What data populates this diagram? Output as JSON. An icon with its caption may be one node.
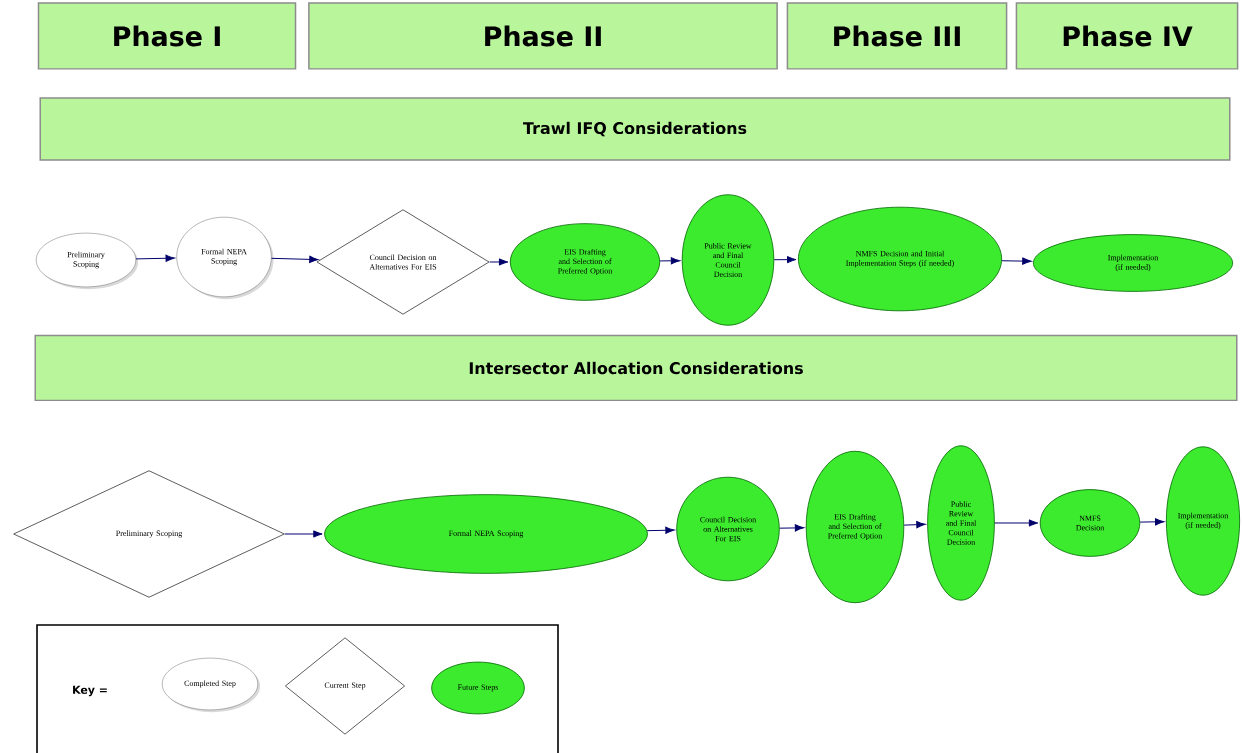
{
  "diagram": {
    "nodes": [
      {
        "text": [
          "Phase I"
        ]
      },
      {
        "text": [
          "Phase II"
        ]
      },
      {
        "text": [
          "Phase III"
        ]
      },
      {
        "text": [
          "Phase IV"
        ]
      },
      {
        "text": [
          "Trawl IFQ  Considerations"
        ]
      },
      {
        "text": [
          "Preliminary Scoping"
        ]
      },
      {
        "text": [
          "Formal NEPA Scoping"
        ]
      },
      {
        "text": [
          "Council Decision on Alternatives For EIS"
        ]
      },
      {
        "text": [
          "EIS Drafting and Selection of Preferred Option"
        ]
      },
      {
        "text": [
          "Public Review and Final Council Decision"
        ]
      },
      {
        "text": [
          "NMFS Decision and Initial Implementation Steps (if needed)"
        ]
      },
      {
        "text": [
          "Implementation (if needed)"
        ]
      },
      {
        "text": [
          "Intersector Allocation Considerations"
        ]
      },
      {
        "text": [
          "Preliminary Scoping"
        ]
      },
      {
        "text": [
          "Formal NEPA Scoping"
        ]
      },
      {
        "text": [
          "Council Decision on Alternatives For EIS"
        ]
      },
      {
        "text": [
          "EIS Drafting and Selection of Preferred Option"
        ]
      },
      {
        "text": [
          "Public Review and Final Council Decision"
        ]
      },
      {
        "text": [
          "NMFS Decision"
        ]
      },
      {
        "text": [
          "Implementation (if needed)"
        ]
      }
    ],
    "edges": [
      {
        "from": 5,
        "to": 6,
        "arrow": "to"
      },
      {
        "from": 6,
        "to": 7,
        "arrow": "to"
      },
      {
        "from": 7,
        "to": 8,
        "arrow": "to"
      },
      {
        "from": 8,
        "to": 9,
        "arrow": "to"
      },
      {
        "from": 9,
        "to": 10,
        "arrow": "to"
      },
      {
        "from": 10,
        "to": 11,
        "arrow": "to"
      },
      {
        "from": 13,
        "to": 14,
        "arrow": "to"
      },
      {
        "from": 14,
        "to": 15,
        "arrow": "to"
      },
      {
        "from": 15,
        "to": 16,
        "arrow": "to"
      },
      {
        "from": 16,
        "to": 17,
        "arrow": "to"
      },
      {
        "from": 17,
        "to": 18,
        "arrow": "to"
      },
      {
        "from": 18,
        "to": 19,
        "arrow": "to"
      }
    ],
    "labels": [
      "Key ="
    ],
    "legend": [
      {
        "text": "Completed Step"
      },
      {
        "text": "Current Step"
      },
      {
        "text": "Future Steps"
      }
    ]
  }
}
